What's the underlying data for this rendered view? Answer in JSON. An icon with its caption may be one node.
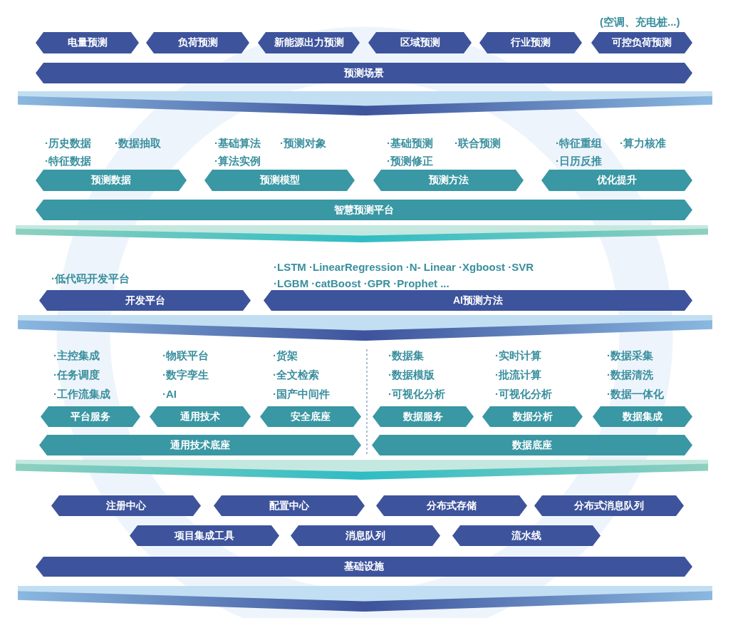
{
  "diagram": {
    "nodes": [
      {
        "text": [
          "电量预测"
        ]
      },
      {
        "text": [
          "负荷预测"
        ]
      },
      {
        "text": [
          "新能源出力预测"
        ]
      },
      {
        "text": [
          "区域预测"
        ]
      },
      {
        "text": [
          "行业预测"
        ]
      },
      {
        "text": [
          "可控负荷预测"
        ],
        "beside": [
          "(空调、充电桩...)"
        ]
      },
      {
        "text": [
          "预测场景"
        ]
      },
      {
        "text": [],
        "shape": "chevron"
      },
      {
        "text": [
          "预测数据"
        ],
        "beside": [
          "·历史数据",
          "·数据抽取",
          "·特征数据"
        ]
      },
      {
        "text": [
          "预测模型"
        ],
        "beside": [
          "·基础算法",
          "·预测对象",
          "·算法实例"
        ]
      },
      {
        "text": [
          "预测方法"
        ],
        "beside": [
          "·基础预测",
          "·联合预测",
          "·预测修正"
        ]
      },
      {
        "text": [
          "优化提升"
        ],
        "beside": [
          "·特征重组",
          "·算力核准",
          "·日历反推"
        ]
      },
      {
        "text": [
          "智慧预测平台"
        ]
      },
      {
        "text": [],
        "shape": "chevron"
      },
      {
        "text": [
          "开发平台"
        ],
        "beside": [
          "·低代码开发平台"
        ]
      },
      {
        "text": [
          "AI预测方法"
        ],
        "beside": [
          "·LSTM ·LinearRegression ·N- Linear ·Xgboost ·SVR",
          "·LGBM ·catBoost ·GPR ·Prophet ..."
        ]
      },
      {
        "text": [],
        "shape": "chevron"
      },
      {
        "text": [
          "平台服务"
        ],
        "beside": [
          "·主控集成",
          "·任务调度",
          "·工作流集成"
        ]
      },
      {
        "text": [
          "通用技术"
        ],
        "beside": [
          "·物联平台",
          "·数字孪生",
          "·AI"
        ]
      },
      {
        "text": [
          "安全底座"
        ],
        "beside": [
          "·货架",
          "·全文检索",
          "·国产中间件"
        ]
      },
      {
        "text": [
          "数据服务"
        ],
        "beside": [
          "·数据集",
          "·数据模版",
          "·可视化分析"
        ]
      },
      {
        "text": [
          "数据分析"
        ],
        "beside": [
          "·实时计算",
          "·批流计算",
          "·可视化分析"
        ]
      },
      {
        "text": [
          "数据集成"
        ],
        "beside": [
          "·数据采集",
          "·数据清洗",
          "·数据一体化"
        ]
      },
      {
        "text": [
          "通用技术底座"
        ]
      },
      {
        "text": [
          "数据底座"
        ]
      },
      {
        "text": [],
        "shape": "chevron"
      },
      {
        "text": [
          "注册中心"
        ]
      },
      {
        "text": [
          "配置中心"
        ]
      },
      {
        "text": [
          "分布式存储"
        ]
      },
      {
        "text": [
          "分布式消息队列"
        ]
      },
      {
        "text": [
          "项目集成工具"
        ]
      },
      {
        "text": [
          "消息队列"
        ]
      },
      {
        "text": [
          "流水线"
        ]
      },
      {
        "text": [
          "基础设施"
        ]
      },
      {
        "text": [],
        "shape": "chevron"
      }
    ]
  }
}
